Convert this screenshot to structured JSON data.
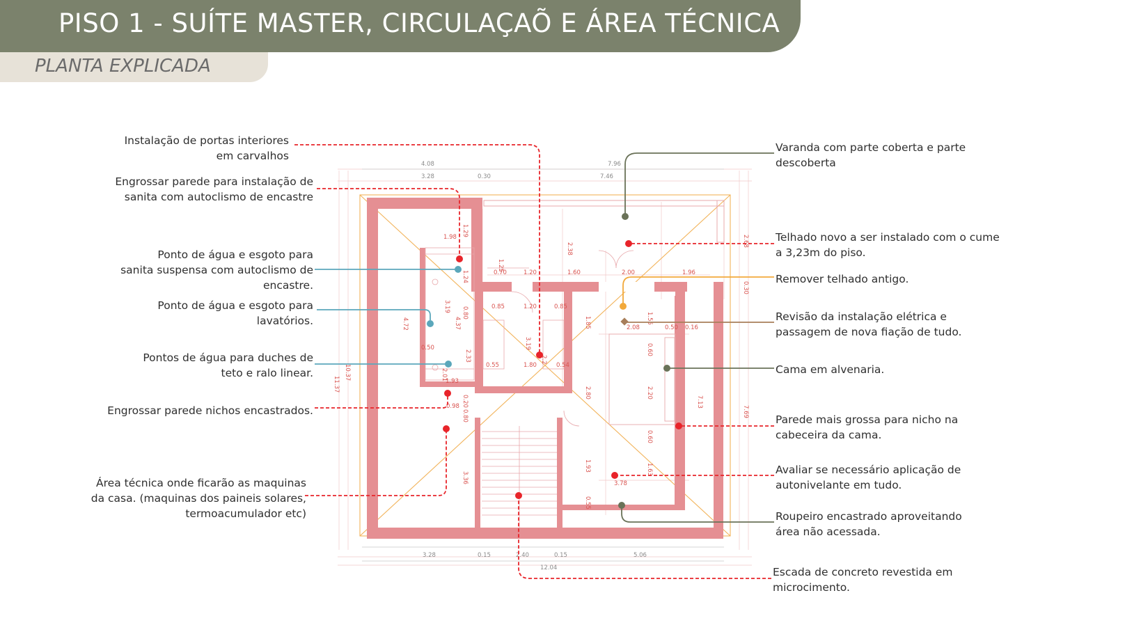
{
  "header": {
    "title": "PISO 1 - SUÍTE MASTER, CIRCULAÇAÕ E ÁREA TÉCNICA",
    "subtitle": "PLANTA EXPLICADA"
  },
  "colors": {
    "title_bar": "#7b826c",
    "subtitle_bar": "#e7e2d8",
    "wall": "#e58f93",
    "leader_red": "#e8242a",
    "leader_blue": "#5ba7bb",
    "leader_green": "#6a7258",
    "leader_orange": "#f2a93b",
    "leader_brown": "#a87e5a"
  },
  "notes_left": [
    {
      "text": "Instalação de portas interiores\nem carvalhos",
      "color": "red"
    },
    {
      "text": "Engrossar parede para instalação de\nsanita com autoclismo de encastre",
      "color": "red"
    },
    {
      "text": "Ponto de água e esgoto para\nsanita suspensa com autoclismo de\nencastre.",
      "color": "blue"
    },
    {
      "text": "Ponto de água e esgoto para\nlavatórios.",
      "color": "blue"
    },
    {
      "text": "Pontos de água para duches de\nteto e ralo linear.",
      "color": "blue"
    },
    {
      "text": "Engrossar parede nichos encastrados.",
      "color": "red"
    },
    {
      "text": "Área técnica onde ficarão as maquinas\nda casa. (maquinas dos paineis solares,\ntermoacumulador etc)",
      "color": "red"
    }
  ],
  "notes_right": [
    {
      "text": "Varanda com parte coberta e parte\ndescoberta",
      "color": "green"
    },
    {
      "text": "Telhado novo a ser instalado com o cume\na 3,23m do piso.",
      "color": "red"
    },
    {
      "text": "Remover telhado antigo.",
      "color": "orange"
    },
    {
      "text": "Revisão da instalação elétrica e\npassagem de nova fiação de tudo.",
      "color": "brown"
    },
    {
      "text": "Cama em alvenaria.",
      "color": "green"
    },
    {
      "text": "Parede mais grossa para nicho na\ncabeceira da cama.",
      "color": "red"
    },
    {
      "text": "Avaliar se necessário aplicação de\nautonivelante em tudo.",
      "color": "red"
    },
    {
      "text": "Roupeiro encastrado aproveitando\nárea não acessada.",
      "color": "green"
    },
    {
      "text": "Escada de concreto revestida em\nmicrocimento.",
      "color": "red"
    }
  ],
  "dimensions": {
    "top_outer": [
      "4.08",
      "7.96"
    ],
    "top_inner": [
      "3.28",
      "0.30",
      "7.46"
    ],
    "bottom_inner": [
      "3.28",
      "0.15",
      "2.40",
      "0.15",
      "5.06"
    ],
    "bottom_total": "12.04",
    "left": [
      "11.37",
      "10.37"
    ],
    "right": [
      "2.68",
      "0.30",
      "7.69",
      "7.13"
    ],
    "interior": [
      "1.98",
      "1.29",
      "1.24",
      "0.70",
      "1.20",
      "1.60",
      "2.00",
      "1.96",
      "1.25",
      "2.38",
      "0.85",
      "1.20",
      "0.85",
      "3.19",
      "4.37",
      "4.72",
      "0.50",
      "1.85",
      "3.19",
      "0.55",
      "1.80",
      "0.54",
      "2.33",
      "2.01",
      "1.93",
      "0.80",
      "0.20",
      "0.80",
      "2.08",
      "0.50",
      "0.16",
      "1.55",
      "0.60",
      "2.20",
      "0.60",
      "2.80",
      "1.93",
      "1.63",
      "3.78",
      "0.55",
      "3.36",
      "0.98",
      "2.2"
    ]
  }
}
